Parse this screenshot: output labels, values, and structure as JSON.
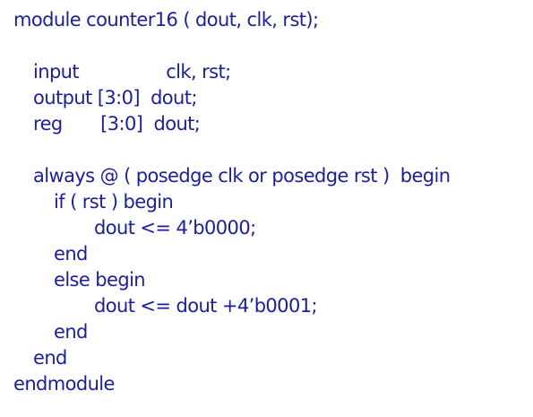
{
  "code": {
    "lines": [
      "module counter16 ( dout, clk, rst);",
      "input                clk, rst;",
      "output [3:0]  dout;",
      "reg       [3:0]  dout;",
      "always @ ( posedge clk or posedge rst )  begin",
      "if ( rst ) begin",
      "dout <= 4’b0000;",
      "end",
      "else begin",
      "dout <= dout +4’b0001;",
      "end",
      "end",
      "endmodule"
    ]
  },
  "colors": {
    "text": "#1a1f9a",
    "background": "#ffffff"
  }
}
